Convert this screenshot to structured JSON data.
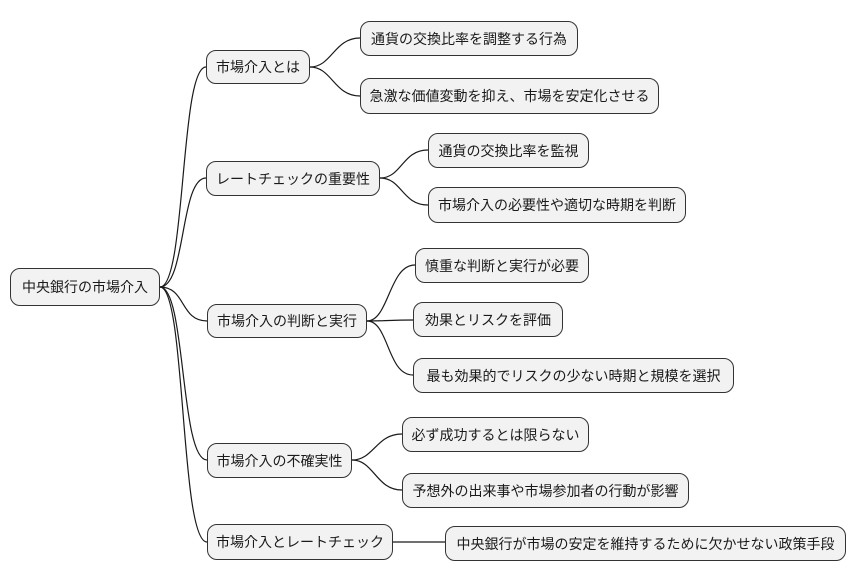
{
  "diagram": {
    "type": "mindmap",
    "language": "ja",
    "colors": {
      "background": "#ffffff",
      "node_fill": "#f2f2f2",
      "node_border": "#333333",
      "edge": "#1a1a1a",
      "text": "#1a1a1a"
    }
  },
  "mindmap": {
    "root": {
      "label": "中央銀行の市場介入"
    },
    "branches": [
      {
        "label": "市場介入とは",
        "children": [
          "通貨の交換比率を調整する行為",
          "急激な価値変動を抑え、市場を安定化させる"
        ]
      },
      {
        "label": "レートチェックの重要性",
        "children": [
          "通貨の交換比率を監視",
          "市場介入の必要性や適切な時期を判断"
        ]
      },
      {
        "label": "市場介入の判断と実行",
        "children": [
          "慎重な判断と実行が必要",
          "効果とリスクを評価",
          "最も効果的でリスクの少ない時期と規模を選択"
        ]
      },
      {
        "label": "市場介入の不確実性",
        "children": [
          "必ず成功するとは限らない",
          "予想外の出来事や市場参加者の行動が影響"
        ]
      },
      {
        "label": "市場介入とレートチェック",
        "children": [
          "中央銀行が市場の安定を維持するために欠かせない政策手段"
        ]
      }
    ]
  }
}
